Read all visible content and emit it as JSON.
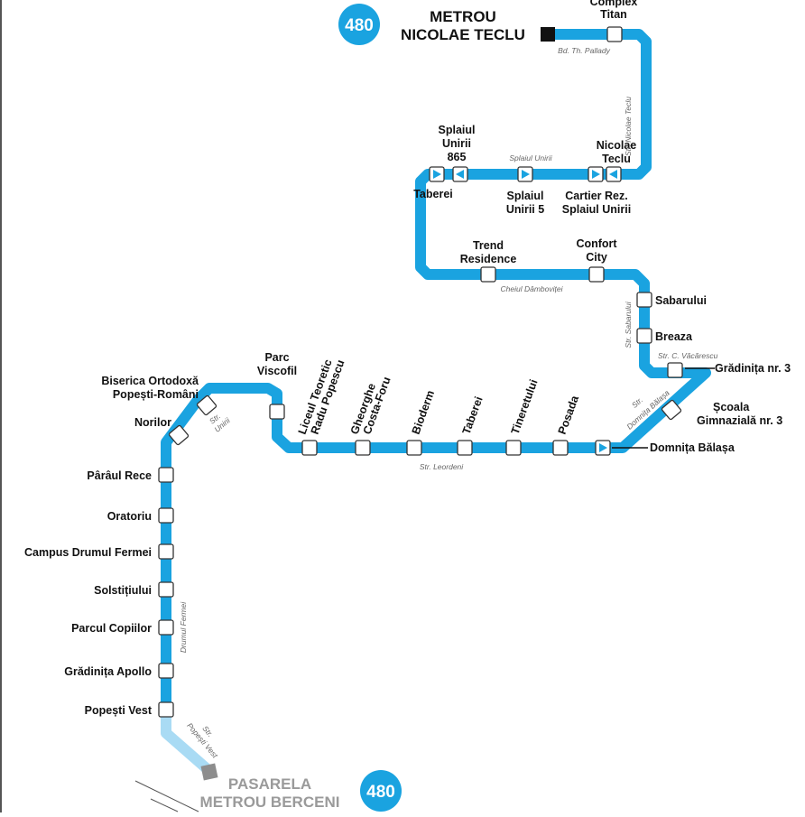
{
  "route": {
    "number": "480",
    "line_color": "#1aa3e0",
    "faded_color": "#a9dbf4"
  },
  "terminals": {
    "north": {
      "line1": "METROU",
      "line2": "NICOLAE TECLU"
    },
    "south": {
      "line1": "PASARELA",
      "line2": "METROU BERCENI"
    }
  },
  "stations": {
    "complex_titan": [
      "Complex",
      "Titan"
    ],
    "nicolae_teclu": [
      "Nicolae",
      "Teclu"
    ],
    "cartier_rez": [
      "Cartier Rez.",
      "Splaiul Unirii"
    ],
    "splaiul_unirii_5": [
      "Splaiul",
      "Unirii 5"
    ],
    "splaiul_unirii_865": [
      "Splaiul",
      "Unirii",
      "865"
    ],
    "taberei_top": "Taberei",
    "trend_residence": [
      "Trend",
      "Residence"
    ],
    "confort_city": [
      "Confort",
      "City"
    ],
    "sabarului": "Sabarului",
    "breaza": "Breaza",
    "gradinita_nr3": "Grădinița nr. 3",
    "scoala": [
      "Școala",
      "Gimnazială nr. 3"
    ],
    "domnita_balasa": "Domnița Bălașa",
    "posada": "Posada",
    "tineretului": "Tineretului",
    "taberei_bottom": "Taberei",
    "bioderm": "Bioderm",
    "gheorghe": [
      "Gheorghe",
      "Costa-Foru"
    ],
    "liceu": [
      "Liceul Teoretic",
      "Radu Popescu"
    ],
    "parc_viscofil": [
      "Parc",
      "Viscofil"
    ],
    "biserica": [
      "Biserica Ortodoxă",
      "Popești-Români"
    ],
    "norilor": "Norilor",
    "paraul_rece": "Pârâul Rece",
    "oratoriu": "Oratoriu",
    "campus": "Campus Drumul Fermei",
    "solstitiului": "Solstițiului",
    "parcul_copiilor": "Parcul Copiilor",
    "gradinita_apollo": "Grădinița Apollo",
    "popesti_vest": "Popești Vest"
  },
  "streets": {
    "pallady": "Bd. Th. Pallady",
    "nicolae_teclu": "Str. Nicolae Teclu",
    "splaiul_unirii": "Splaiul Unirii",
    "cheiul_dambovitei": "Cheiul Dâmboviței",
    "sabarului": "Str. Sabarului",
    "vacarescu": "Str. C. Văcărescu",
    "domnita_balasa": [
      "Str.",
      "Domnița Bălașa"
    ],
    "leordeni": "Str. Leordeni",
    "unirii": [
      "Str.",
      "Unirii"
    ],
    "drumul_fermei": "Drumul Fermei",
    "popesti_vest": [
      "Str.",
      "Popești Vest"
    ]
  }
}
